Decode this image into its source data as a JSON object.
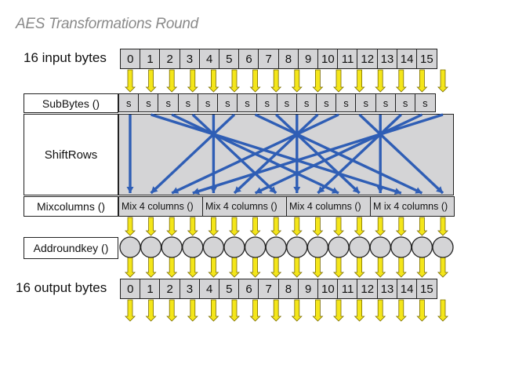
{
  "title": "AES Transformations Round",
  "labels": {
    "input": "16 input bytes",
    "subbytes": "SubBytes ()",
    "shiftrows": "ShiftRows",
    "mixcolumns": "Mixcolumns ()",
    "addroundkey": "Addroundkey ()",
    "output": "16 output bytes"
  },
  "input_bytes": [
    "0",
    "1",
    "2",
    "3",
    "4",
    "5",
    "6",
    "7",
    "8",
    "9",
    "10",
    "11",
    "12",
    "13",
    "14",
    "15"
  ],
  "sbox_labels": [
    "s",
    "s",
    "s",
    "s",
    "s",
    "s",
    "s",
    "s",
    "s",
    "s",
    "s",
    "s",
    "s",
    "s",
    "s",
    "s"
  ],
  "mix_blocks": [
    "Mix 4 columns ()",
    "Mix 4 columns ()",
    "Mix 4 columns ()",
    "M  ix 4 columns ()"
  ],
  "output_bytes": [
    "0",
    "1",
    "2",
    "3",
    "4",
    "5",
    "6",
    "7",
    "8",
    "9",
    "10",
    "11",
    "12",
    "13",
    "14",
    "15"
  ],
  "colors": {
    "arrow_yellow": "#f4e61a",
    "arrow_outline": "#7a6c00",
    "line_blue": "#2f5eb5",
    "box_gray": "#d4d4d6"
  }
}
